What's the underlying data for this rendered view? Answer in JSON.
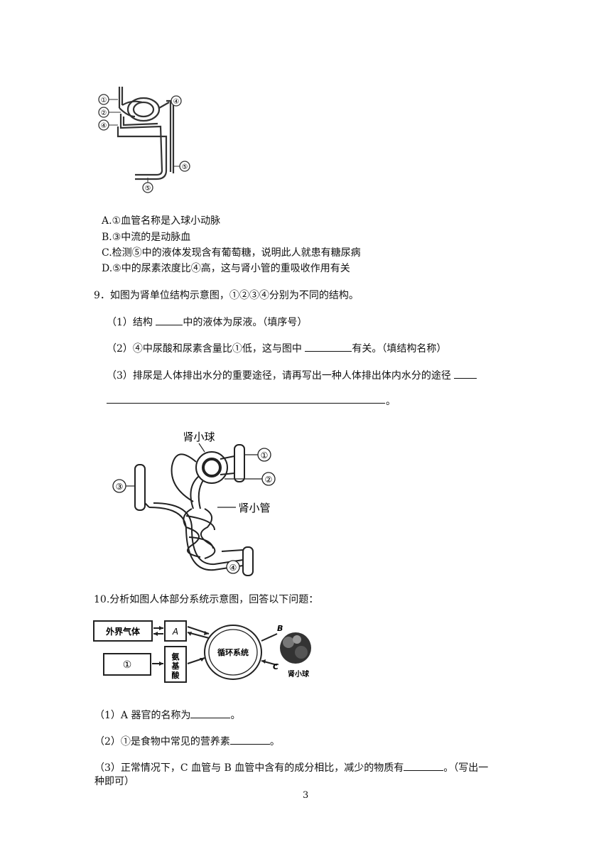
{
  "q8": {
    "figure_labels": [
      "①",
      "②",
      "④",
      "⑤",
      "⑤"
    ],
    "options": [
      "A.①血管名称是入球小动脉",
      "B.③中流的是动脉血",
      "C.检测⑤中的液体发现含有葡萄糖，说明此人就患有糖尿病",
      "D.⑤中的尿素浓度比④高，这与肾小管的重吸收作用有关"
    ]
  },
  "q9": {
    "stem": "9．如图为肾单位结构示意图，①②③④分别为不同的结构。",
    "sub1_a": "（1）结构",
    "sub1_b": "中的液体为尿液。（填序号）",
    "sub2_a": "（2）④中尿酸和尿素含量比①低，这与图中",
    "sub2_b": "有关。（填结构名称）",
    "sub3": "（3）排尿是人体排出水分的重要途径，请再写出一种人体排出体内水分的途径",
    "sub3_end": "。",
    "figure": {
      "label_glomerulus": "肾小球",
      "label_tubule": "肾小管",
      "labels": [
        "①",
        "②",
        "③",
        "④"
      ]
    }
  },
  "q10": {
    "stem": "10.分析如图人体部分系统示意图，回答以下问题：",
    "figure": {
      "box_outside_air": "外界气体",
      "box_a": "A",
      "box_1": "①",
      "box_amino": "氨基酸",
      "circulation": "循环系统",
      "label_b": "B",
      "label_c": "C",
      "label_glomerulus": "肾小球"
    },
    "sub1_a": "（1）A 器官的名称为",
    "sub1_b": "。",
    "sub2_a": "（2）①是食物中常见的营养素",
    "sub2_b": "。",
    "sub3_a": "（3）正常情况下，C 血管与 B 血管中含有的成分相比，减少的物质有",
    "sub3_b": "。（写出一",
    "sub3_c": "种即可）"
  },
  "page_number": "3"
}
